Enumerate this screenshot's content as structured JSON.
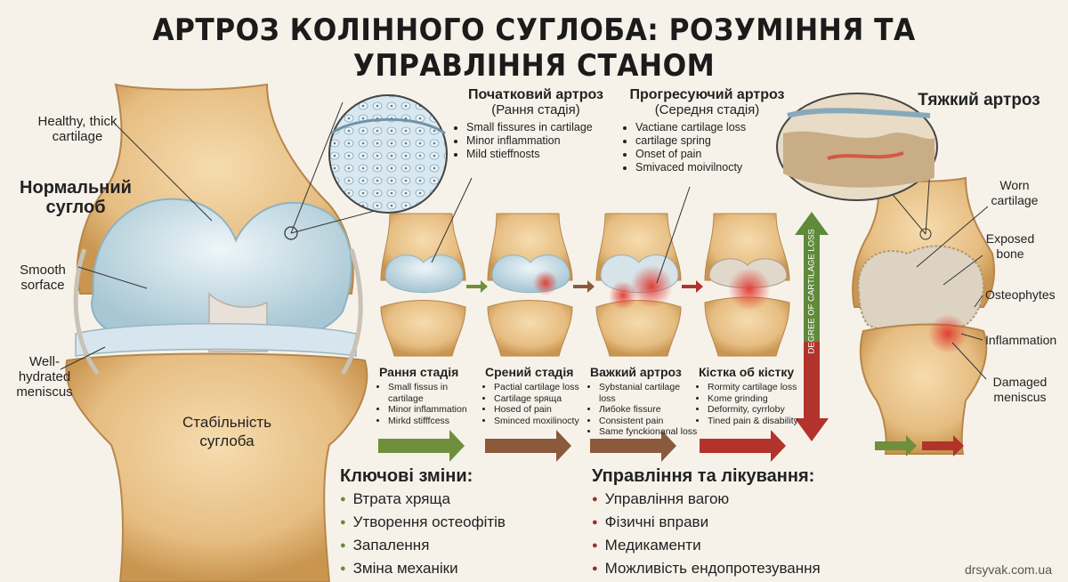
{
  "title": "АРТРОЗ КОЛІННОГО СУГЛОБА: РОЗУМІННЯ ТА УПРАВЛІННЯ СТАНОМ",
  "normal": {
    "heading_line1": "Нормальний",
    "heading_line2": "суглоб",
    "labels": {
      "cartilage_1": "Healthy, thick",
      "cartilage_2": "cartilage",
      "smooth_1": "Smooth",
      "smooth_2": "sorface",
      "meniscus_1": "Well-",
      "meniscus_2": "hydrated",
      "meniscus_3": "meniscus",
      "stability_1": "Стабільність",
      "stability_2": "суглоба"
    }
  },
  "top_stages": [
    {
      "title": "Початковий артроз",
      "subtitle": "(Рання стадія)",
      "items": [
        "Small fissures in cartilage",
        "Minor inflammation",
        "Mild stieffnosts"
      ]
    },
    {
      "title": "Прогресуючий артроз",
      "subtitle": "(Середня стадія)",
      "items": [
        "Vactiane cartilage loss",
        "cartilage spring",
        "Onset of pain",
        "Smivaced moivilnocty"
      ]
    }
  ],
  "severe": {
    "title": "Тяжкий артроз",
    "labels": {
      "worn_1": "Worn",
      "worn_2": "cartilage",
      "exposed_1": "Exposed",
      "exposed_2": "bone",
      "osteophytes": "Osteophytes",
      "inflammation": "Inflammation",
      "damaged_1": "Damaged",
      "damaged_2": "meniscus"
    }
  },
  "bottom_stages": [
    {
      "title": "Рання стадія",
      "items": [
        "Small fissus in cartilage",
        "Minor inflammation",
        "Mirkd stifffcess"
      ]
    },
    {
      "title": "Срений стадія",
      "items": [
        "Pactial cartilage loss",
        "Cartilage sряща",
        "Hosed of pain",
        "Sminced moxilinocty"
      ]
    },
    {
      "title": "Важкий артроз",
      "items": [
        "Sybstanial cartilage loss",
        "Либоke fissure",
        "Consistent pain",
        "Same fynckionanal loss"
      ]
    },
    {
      "title": "Кістка об кістку",
      "items": [
        "Rormity cartilage loss",
        "Kome grinding",
        "Deformity, cyrrloby",
        "Tined pain & disability"
      ]
    }
  ],
  "degree_label": "DEGREE OF CARTILAGE LOSS",
  "key_changes": {
    "title": "Ключові зміни:",
    "items": [
      "Втрата хряща",
      "Утворення остеофітів",
      "Запалення",
      "Зміна механіки"
    ]
  },
  "management": {
    "title": "Управління та лікування:",
    "items": [
      "Управління вагою",
      "Фізичні вправи",
      "Медикаменти",
      "Можливість ендопротезування"
    ]
  },
  "footer": "drsyvak.com.ua",
  "colors": {
    "bone": "#e9c48d",
    "bone_dark": "#c9954f",
    "cartilage": "#c9dfe7",
    "inflammation": "#e0392f",
    "green_arrow": "#6e8f3c",
    "brown_arrow": "#8b5a3c",
    "red_arrow": "#b2332b"
  }
}
